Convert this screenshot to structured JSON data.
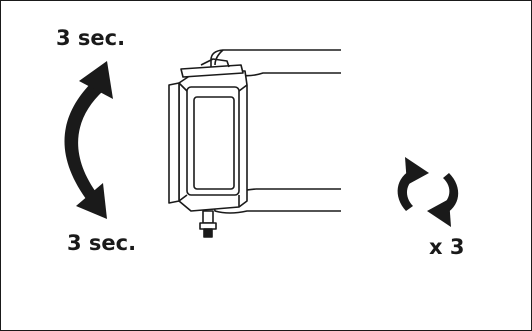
{
  "instruction": {
    "top_duration": "3 sec.",
    "bottom_duration": "3 sec.",
    "repeat_count": "x 3"
  },
  "icons": {
    "tilt_arrow": "curved-double-arrow-icon",
    "repeat": "rotate-cycle-icon",
    "cartridge": "ink-cartridge-illustration"
  },
  "colors": {
    "ink": "#1a1a1a",
    "background": "#ffffff"
  }
}
